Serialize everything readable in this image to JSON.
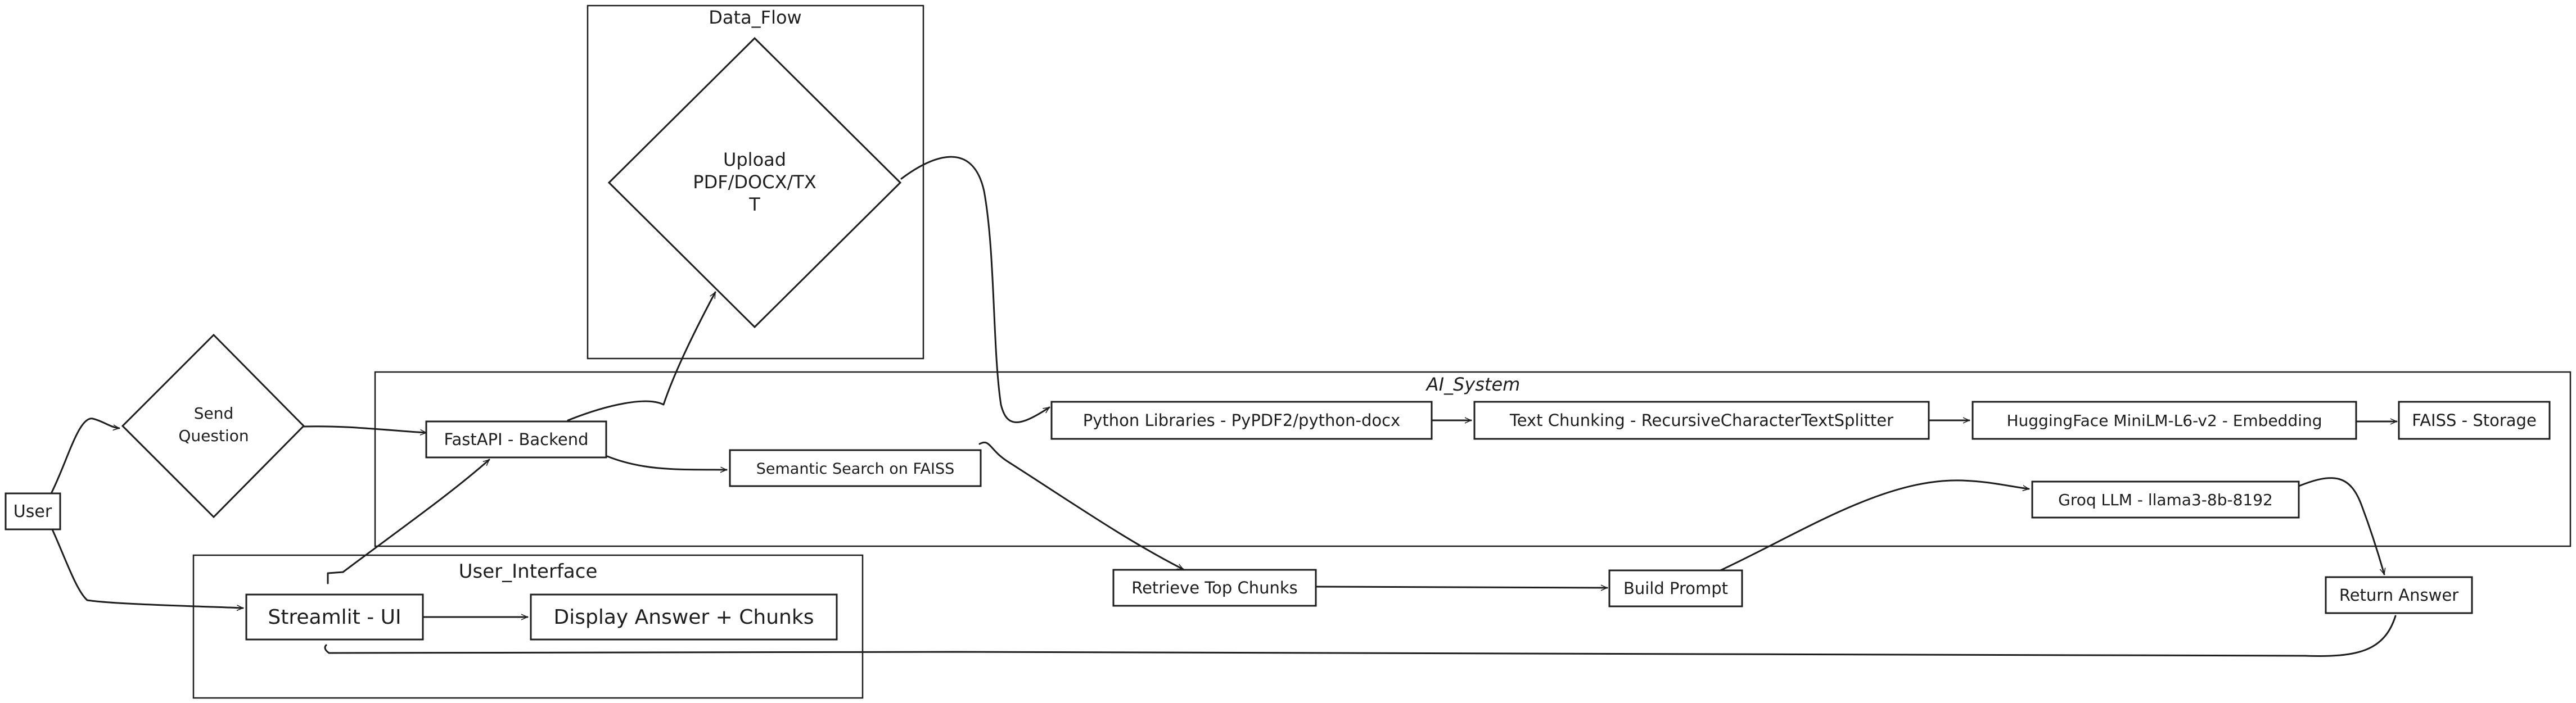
{
  "colors": {
    "stroke": "#1e1e1e",
    "background": "#ffffff"
  },
  "groups": {
    "data_flow": "Data_Flow",
    "ai_system": "AI_System",
    "user_interface": "User_Interface"
  },
  "nodes": {
    "user": "User",
    "send_question_line1": "Send",
    "send_question_line2": "Question",
    "upload_line1": "Upload",
    "upload_line2": "PDF/DOCX/TX",
    "upload_line3": "T",
    "fastapi": "FastAPI - Backend",
    "semantic_search": "Semantic Search on FAISS",
    "python_libs": "Python Libraries - PyPDF2/python-docx",
    "text_chunking": "Text Chunking - RecursiveCharacterTextSplitter",
    "huggingface": "HuggingFace MiniLM-L6-v2 - Embedding",
    "faiss_storage": "FAISS - Storage",
    "groq_llm": "Groq LLM - llama3-8b-8192",
    "streamlit": "Streamlit - UI",
    "display_answer": "Display Answer + Chunks",
    "retrieve_chunks": "Retrieve Top Chunks",
    "build_prompt": "Build Prompt",
    "return_answer": "Return Answer"
  }
}
